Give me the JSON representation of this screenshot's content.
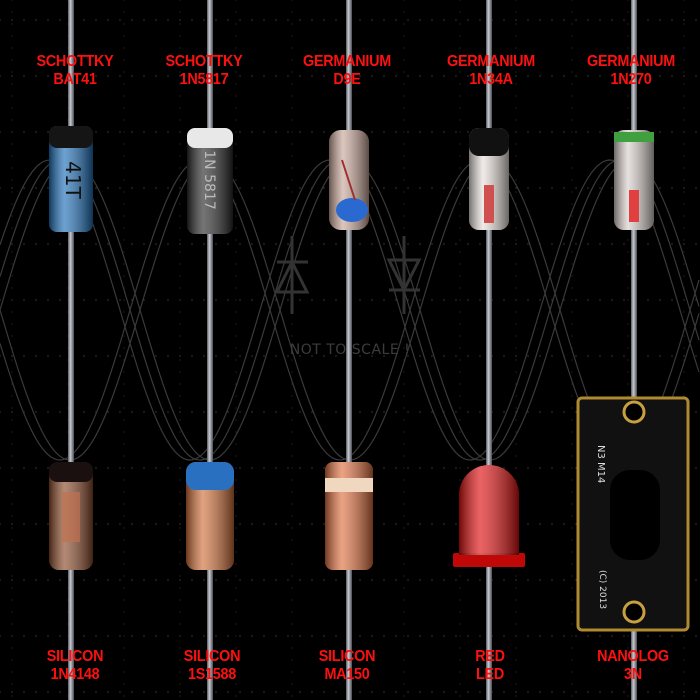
{
  "top_row": [
    {
      "type": "SCHOTTKY",
      "part": "BAT41",
      "body_color": "#1e6fb8"
    },
    {
      "type": "SCHOTTKY",
      "part": "1N5817",
      "body_color": "#2a2a2a"
    },
    {
      "type": "GERMANIUM",
      "part": "D9E",
      "body_color": "#c9a79a"
    },
    {
      "type": "GERMANIUM",
      "part": "1N34A",
      "body_color": "#e8e0dc"
    },
    {
      "type": "GERMANIUM",
      "part": "1N270",
      "body_color": "#d8d0cc"
    }
  ],
  "bottom_row": [
    {
      "type": "SILICON",
      "part": "1N4148",
      "body_color": "#8a4a2a"
    },
    {
      "type": "SILICON",
      "part": "1S1588",
      "body_color": "#d0703a"
    },
    {
      "type": "SILICON",
      "part": "MA150",
      "body_color": "#e07040"
    },
    {
      "type": "RED",
      "part": "LED",
      "body_color": "#e01010"
    },
    {
      "type": "NANOLOG",
      "part": "3N",
      "body_color": "#111111"
    }
  ],
  "note": "NOT TO SCALE !",
  "body_markings": {
    "bat41": "41T",
    "n5817": "1N 5817",
    "nanolog": "N3 M14",
    "nanolog_bottom": "(C) 2013"
  },
  "colors": {
    "label": "#ff1010",
    "background": "#000000",
    "wave": "#3a3a3a",
    "wire": "#8a9098"
  }
}
